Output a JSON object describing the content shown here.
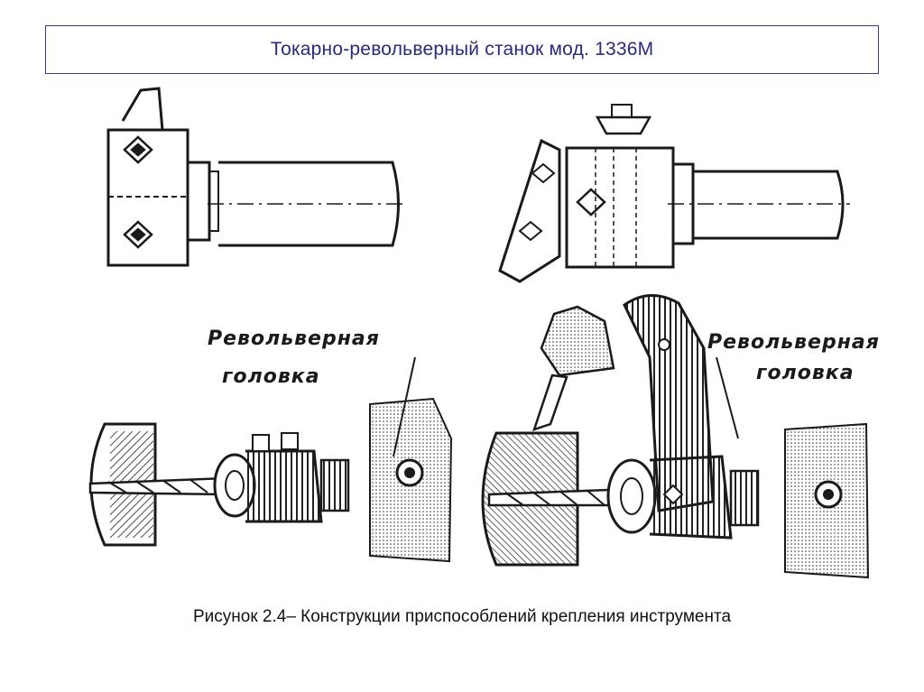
{
  "slide": {
    "title": "Токарно-револьверный станок мод. 1336М",
    "caption": "Рисунок 2.4– Конструкции приспособлений крепления инструмента"
  },
  "figure": {
    "label_left_line1": "Револьверная",
    "label_left_line2": "головка",
    "label_right_line1": "Револьверная",
    "label_right_line2": "головка"
  },
  "colors": {
    "title_text": "#2a2a7a",
    "title_border": "#3b3b8f",
    "ink": "#1a1a1a"
  }
}
